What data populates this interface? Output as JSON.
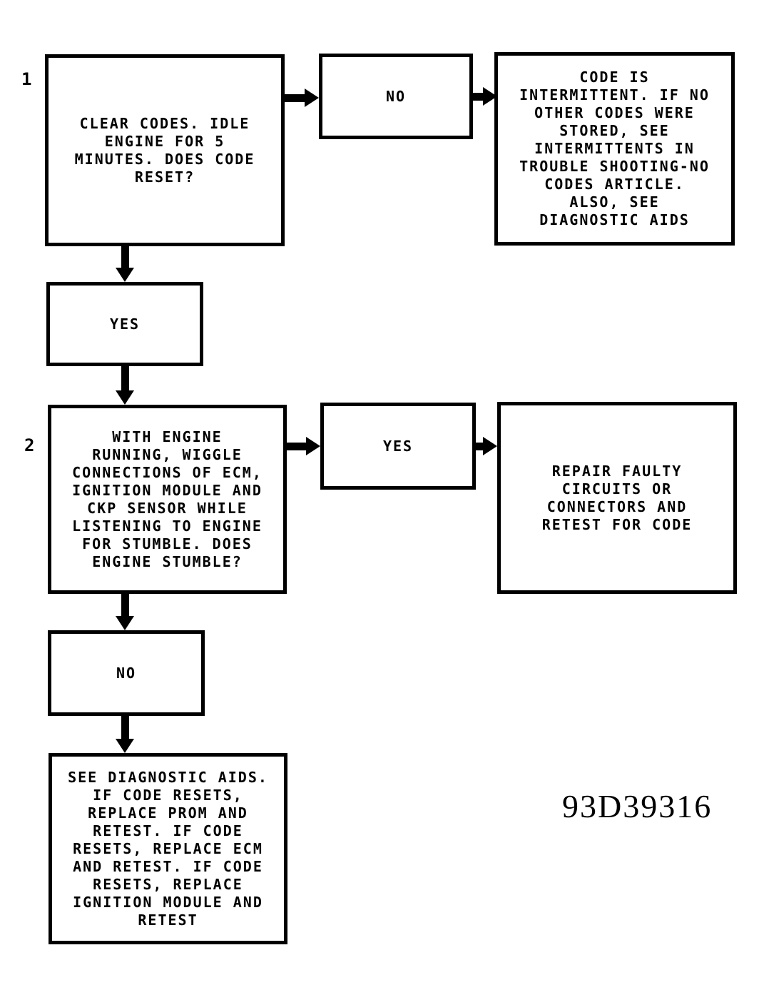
{
  "figure_id": "93D39316",
  "colors": {
    "ink": "#000000",
    "paper": "#ffffff"
  },
  "flowchart": {
    "step1": {
      "number": "1",
      "text": "CLEAR CODES. IDLE\nENGINE FOR 5\nMINUTES. DOES CODE\nRESET?"
    },
    "no_top": {
      "text": "NO"
    },
    "intermittent": {
      "text": "CODE IS\nINTERMITTENT. IF NO\nOTHER CODES WERE\nSTORED, SEE\nINTERMITTENTS IN\nTROUBLE SHOOTING-NO\nCODES ARTICLE.\nALSO, SEE\nDIAGNOSTIC AIDS"
    },
    "yes_after_step1": {
      "text": "YES"
    },
    "step2": {
      "number": "2",
      "text": "WITH ENGINE\nRUNNING, WIGGLE\nCONNECTIONS OF ECM,\nIGNITION MODULE AND\nCKP SENSOR WHILE\nLISTENING TO ENGINE\nFOR STUMBLE. DOES\nENGINE STUMBLE?"
    },
    "yes_after_step2": {
      "text": "YES"
    },
    "repair": {
      "text": "REPAIR FAULTY\nCIRCUITS OR\nCONNECTORS AND\nRETEST FOR CODE"
    },
    "no_after_step2": {
      "text": "NO"
    },
    "diagnostic_aids": {
      "text": "SEE DIAGNOSTIC AIDS.\nIF CODE RESETS,\nREPLACE PROM AND\nRETEST. IF CODE\nRESETS, REPLACE ECM\nAND RETEST. IF CODE\nRESETS, REPLACE\nIGNITION MODULE AND\nRETEST"
    }
  }
}
